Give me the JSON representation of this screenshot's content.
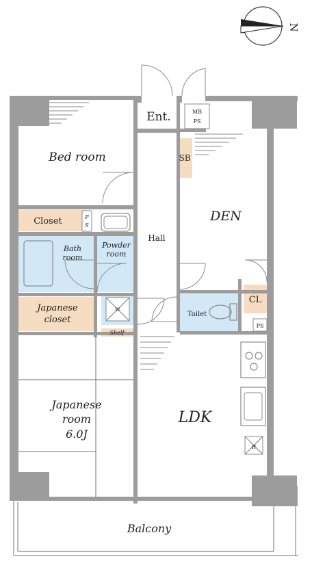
{
  "compass": {
    "label": "N"
  },
  "rooms": {
    "entrance": "Ent.",
    "mb_ps": [
      "MB",
      "PS"
    ],
    "shoe_box": "SB",
    "bed_room": "Bed room",
    "den": "DEN",
    "hall": "Hall",
    "closet": "Closet",
    "ps_small": [
      "P",
      "S"
    ],
    "bath_room": [
      "Bath",
      "room"
    ],
    "powder_room": [
      "Powder",
      "room"
    ],
    "japanese_closet": [
      "Japanese",
      "closet"
    ],
    "washer_mark": "W",
    "shelf": "Shelf",
    "toilet": "Toilet",
    "closet_cl": "CL",
    "ps_kitchen": "PS",
    "japanese_room": [
      "Japanese",
      "room",
      "6.0J"
    ],
    "ldk": "LDK",
    "fridge_mark": "R",
    "balcony": "Balcony"
  },
  "colors": {
    "wall": "#9c9c9c",
    "storage": "#f6dcc0",
    "wet_area": "#d3e8f6"
  }
}
